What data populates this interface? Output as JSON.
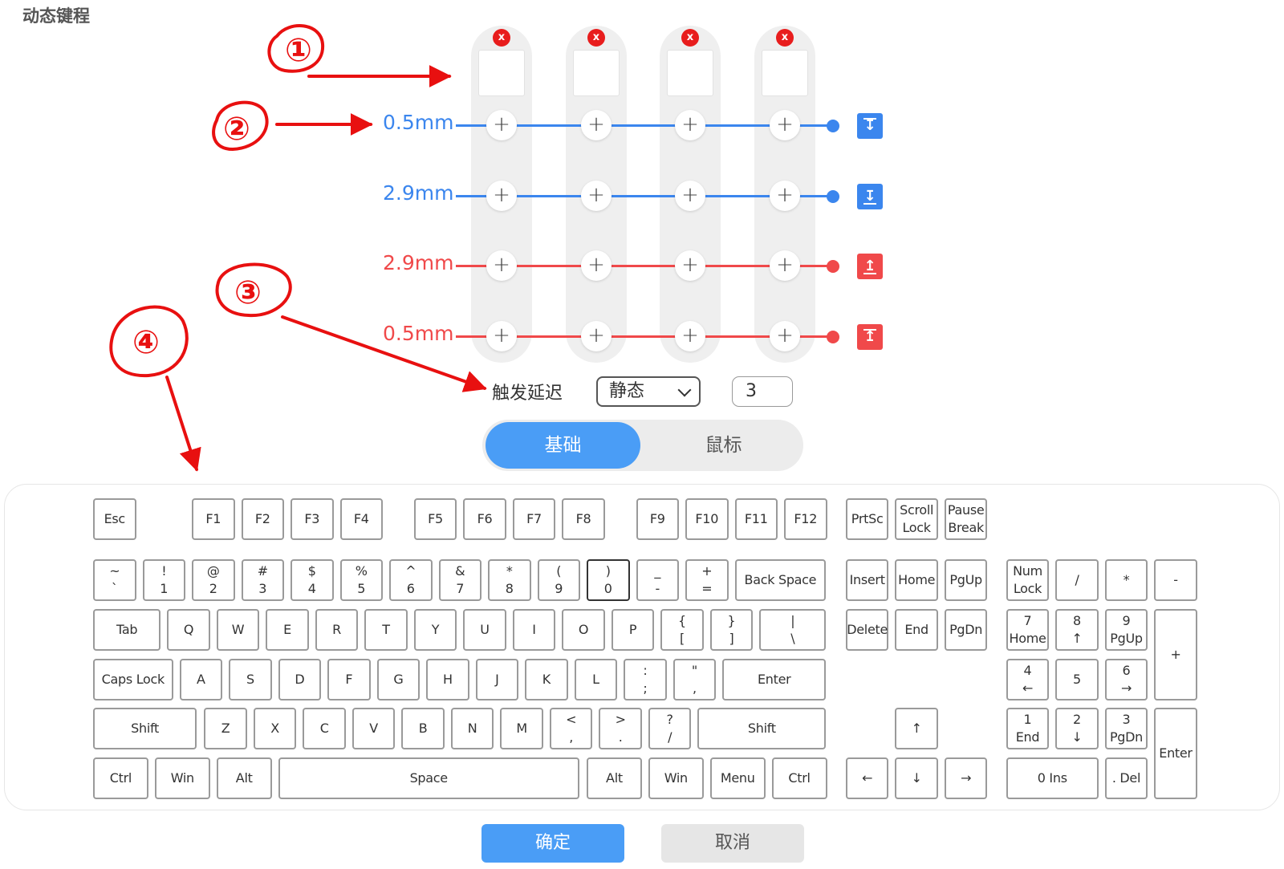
{
  "title": "动态键程",
  "slots": [
    {
      "delete_label": "x"
    },
    {
      "delete_label": "x"
    },
    {
      "delete_label": "x"
    },
    {
      "delete_label": "x"
    }
  ],
  "travel_rows": [
    {
      "label": "0.5mm",
      "color": "#3b86ee",
      "icon": "press-top-icon"
    },
    {
      "label": "2.9mm",
      "color": "#3b86ee",
      "icon": "press-bottom-icon"
    },
    {
      "label": "2.9mm",
      "color": "#f0494a",
      "icon": "release-top-icon"
    },
    {
      "label": "0.5mm",
      "color": "#f0494a",
      "icon": "release-bottom-icon"
    }
  ],
  "plus_symbol": "+",
  "trigger_delay": {
    "label": "触发延迟",
    "mode_selected": "静态",
    "value": "3"
  },
  "tabs": [
    {
      "label": "基础",
      "active": true
    },
    {
      "label": "鼠标",
      "active": false
    }
  ],
  "annotations": [
    "①",
    "②",
    "③",
    "④"
  ],
  "keyboard": {
    "rows": [
      [
        {
          "t": "Esc"
        },
        {
          "t": "F1"
        },
        {
          "t": "F2"
        },
        {
          "t": "F3"
        },
        {
          "t": "F4"
        },
        {
          "t": "F5"
        },
        {
          "t": "F6"
        },
        {
          "t": "F7"
        },
        {
          "t": "F8"
        },
        {
          "t": "F9"
        },
        {
          "t": "F10"
        },
        {
          "t": "F11"
        },
        {
          "t": "F12"
        },
        {
          "t": "PrtSc"
        },
        {
          "t": "Scroll",
          "b": "Lock"
        },
        {
          "t": "Pause",
          "b": "Break"
        }
      ],
      [
        {
          "t": "~",
          "b": "`"
        },
        {
          "t": "!",
          "b": "1"
        },
        {
          "t": "@",
          "b": "2"
        },
        {
          "t": "#",
          "b": "3"
        },
        {
          "t": "$",
          "b": "4"
        },
        {
          "t": "%",
          "b": "5"
        },
        {
          "t": "^",
          "b": "6"
        },
        {
          "t": "&",
          "b": "7"
        },
        {
          "t": "*",
          "b": "8"
        },
        {
          "t": "(",
          "b": "9"
        },
        {
          "t": ")",
          "b": "0",
          "sel": true
        },
        {
          "t": "_",
          "b": "-"
        },
        {
          "t": "+",
          "b": "="
        },
        {
          "t": "Back Space"
        },
        {
          "t": "Insert"
        },
        {
          "t": "Home"
        },
        {
          "t": "PgUp"
        },
        {
          "t": "Num",
          "b": "Lock"
        },
        {
          "t": "/"
        },
        {
          "t": "*"
        },
        {
          "t": "-"
        }
      ],
      [
        {
          "t": "Tab"
        },
        {
          "t": "Q"
        },
        {
          "t": "W"
        },
        {
          "t": "E"
        },
        {
          "t": "R"
        },
        {
          "t": "T"
        },
        {
          "t": "Y"
        },
        {
          "t": "U"
        },
        {
          "t": "I"
        },
        {
          "t": "O"
        },
        {
          "t": "P"
        },
        {
          "t": "{",
          "b": "["
        },
        {
          "t": "}",
          "b": "]"
        },
        {
          "t": "|",
          "b": "\\"
        },
        {
          "t": "Delete"
        },
        {
          "t": "End"
        },
        {
          "t": "PgDn"
        },
        {
          "t": "7",
          "b": "Home"
        },
        {
          "t": "8",
          "b": "↑"
        },
        {
          "t": "9",
          "b": "PgUp"
        },
        {
          "t": "+"
        }
      ],
      [
        {
          "t": "Caps Lock"
        },
        {
          "t": "A"
        },
        {
          "t": "S"
        },
        {
          "t": "D"
        },
        {
          "t": "F"
        },
        {
          "t": "G"
        },
        {
          "t": "H"
        },
        {
          "t": "J"
        },
        {
          "t": "K"
        },
        {
          "t": "L"
        },
        {
          "t": ":",
          "b": ";"
        },
        {
          "t": "\"",
          "b": ","
        },
        {
          "t": "Enter"
        },
        {
          "t": "4",
          "b": "←"
        },
        {
          "t": "5"
        },
        {
          "t": "6",
          "b": "→"
        }
      ],
      [
        {
          "t": "Shift"
        },
        {
          "t": "Z"
        },
        {
          "t": "X"
        },
        {
          "t": "C"
        },
        {
          "t": "V"
        },
        {
          "t": "B"
        },
        {
          "t": "N"
        },
        {
          "t": "M"
        },
        {
          "t": "<",
          "b": ","
        },
        {
          "t": ">",
          "b": "."
        },
        {
          "t": "?",
          "b": "/"
        },
        {
          "t": "Shift"
        },
        {
          "t": "↑"
        },
        {
          "t": "1",
          "b": "End"
        },
        {
          "t": "2",
          "b": "↓"
        },
        {
          "t": "3",
          "b": "PgDn"
        },
        {
          "t": "Enter"
        }
      ],
      [
        {
          "t": "Ctrl"
        },
        {
          "t": "Win"
        },
        {
          "t": "Alt"
        },
        {
          "t": "Space"
        },
        {
          "t": "Alt"
        },
        {
          "t": "Win"
        },
        {
          "t": "Menu"
        },
        {
          "t": "Ctrl"
        },
        {
          "t": "←"
        },
        {
          "t": "↓"
        },
        {
          "t": "→"
        },
        {
          "t": "0 Ins"
        },
        {
          "t": ". Del"
        }
      ]
    ]
  },
  "footer": {
    "confirm": "确定",
    "cancel": "取消"
  },
  "colors": {
    "press": "#3b86ee",
    "release": "#f0494a",
    "accent": "#4a9df6",
    "annotation": "#e81010"
  }
}
